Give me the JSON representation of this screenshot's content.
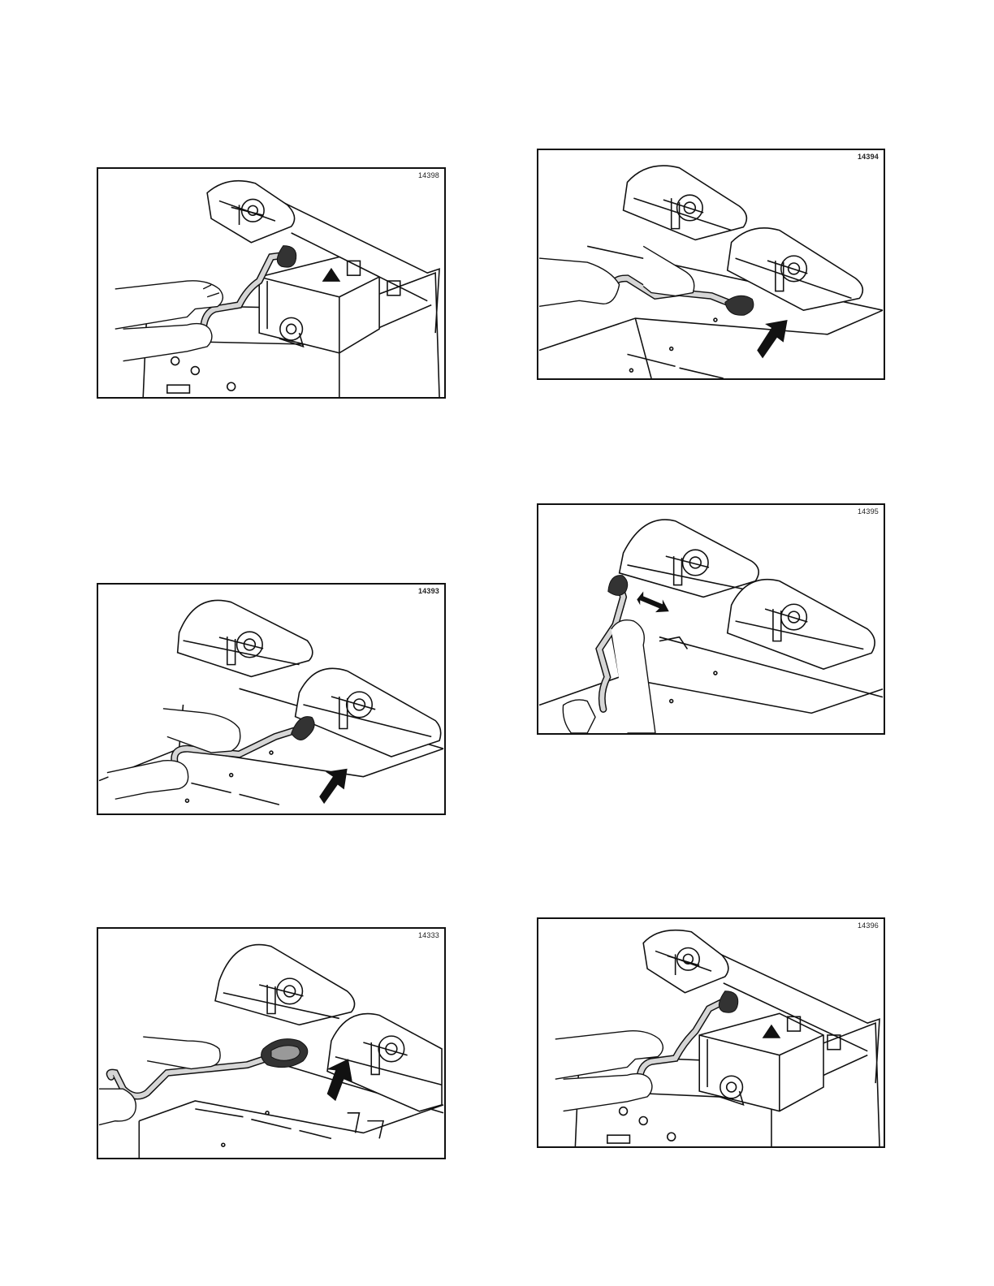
{
  "figures": [
    {
      "id": "fig-a",
      "number": "14398",
      "arrow": "none",
      "bold": false
    },
    {
      "id": "fig-b",
      "number": "14394",
      "arrow": "push",
      "bold": true
    },
    {
      "id": "fig-c",
      "number": "14393",
      "arrow": "push",
      "bold": true
    },
    {
      "id": "fig-d",
      "number": "14395",
      "arrow": "double",
      "bold": false
    },
    {
      "id": "fig-e",
      "number": "14333",
      "arrow": "push",
      "bold": false
    },
    {
      "id": "fig-f",
      "number": "14396",
      "arrow": "none",
      "bold": false
    }
  ],
  "colors": {
    "line": "#111111",
    "tool_fill": "#d6d6d6",
    "dark_part": "#333333",
    "arrow": "#111111"
  }
}
